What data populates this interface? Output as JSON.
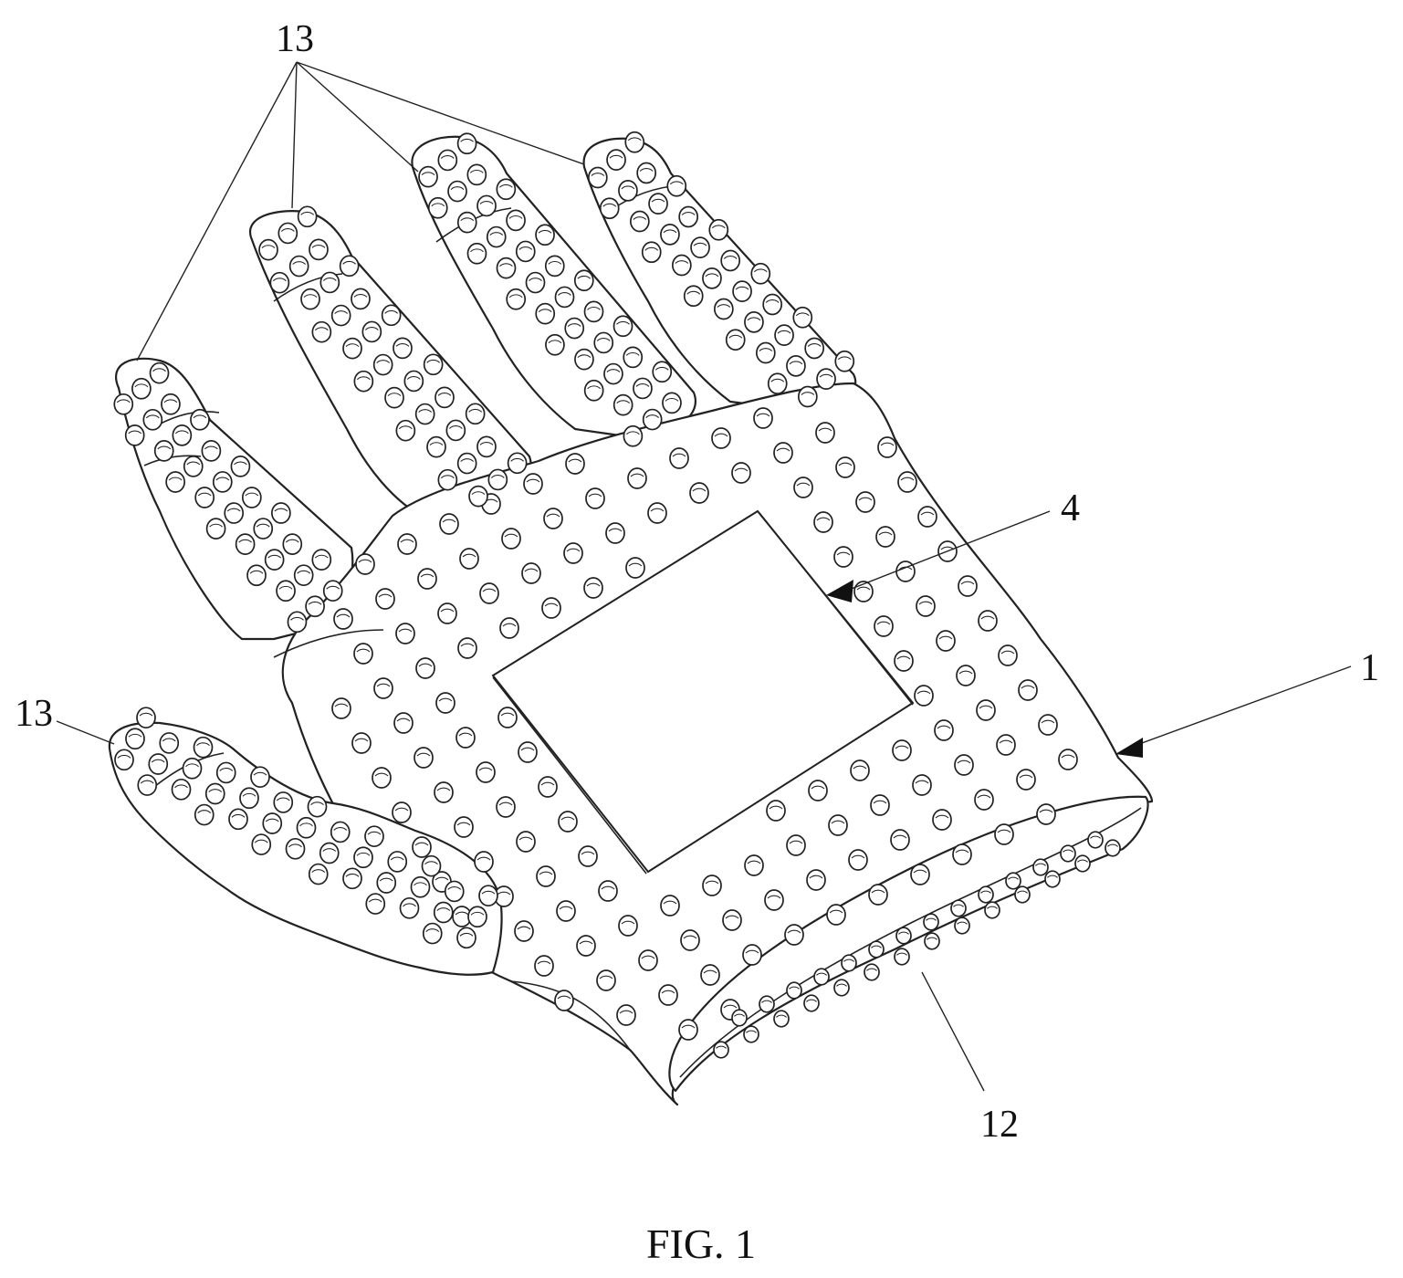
{
  "figure": {
    "caption": "FIG. 1",
    "labels": {
      "glove_body": "1",
      "display_window": "4",
      "cuff_opening": "12",
      "finger_tips": "13",
      "thumb_tip": "13"
    }
  }
}
